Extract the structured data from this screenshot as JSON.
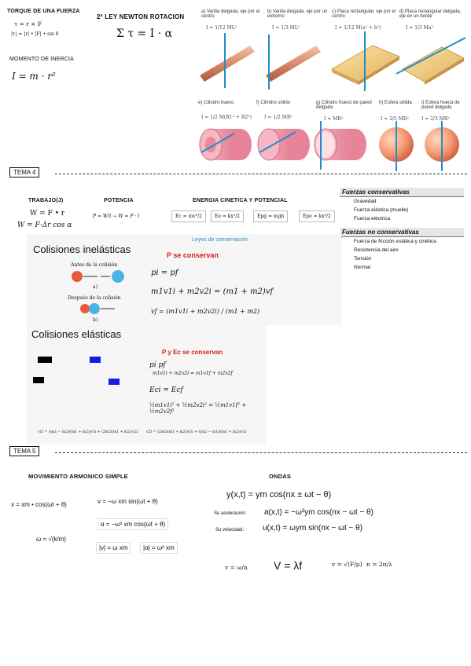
{
  "top": {
    "torque_title": "TORQUE DE UNA FUERZA",
    "torque_eq1": "τ = r × F",
    "torque_eq2": "|τ| = |r| • |F| • sin θ",
    "inertia_title": "MOMENTO DE INERCIA",
    "inertia_eq": "I = m · r²",
    "newton_title": "2ª LEY NEWTON ROTACION",
    "newton_eq": "Σ τ = I · α"
  },
  "inertia_figs": [
    {
      "label": "a) Varilla delgada, eje por el centro",
      "formula": "I = 1/12 ML²"
    },
    {
      "label": "b) Varilla delgada, eje por un extremo",
      "formula": "I = 1/3 ML²"
    },
    {
      "label": "c) Placa rectangular, eje por el centro",
      "formula": "I = 1/12 M(a² + b²)"
    },
    {
      "label": "d) Placa rectangular delgada, eje en un borde",
      "formula": "I = 1/3 Ma²"
    },
    {
      "label": "e) Cilindro hueco",
      "formula": "I = 1/2 M(R1² + R2²)"
    },
    {
      "label": "f) Cilindro sólido",
      "formula": "I = 1/2 MR²"
    },
    {
      "label": "g) Cilindro hueco de pared delgada",
      "formula": "I = MR²"
    },
    {
      "label": "h) Esfera sólida",
      "formula": "I = 2/5 MR²"
    },
    {
      "label": "i) Esfera hueca de pared delgada",
      "formula": "I = 2/3 MR²"
    }
  ],
  "tema4": {
    "label": "TEMA 4",
    "trabajo_title": "TRABAJO(J)",
    "trabajo_eq1": "W = F • r",
    "trabajo_eq2": "W = F·Δr cos α",
    "potencia_title": "POTENCIA",
    "potencia_eq": "P = W/t → W = P · t",
    "energia_title": "ENERGIA CINETICA Y POTENCIAL",
    "ec": "Ec = mv²/2",
    "ee": "Ee = kx²/2",
    "epg": "Epg = mgh",
    "epe": "Epe = kx²/2"
  },
  "fuerzas": {
    "cons_title": "Fuerzas conservativas",
    "cons_items": [
      "Gravedad",
      "Fuerza elástica (muelle)",
      "Fuerza eléctrica"
    ],
    "nocons_title": "Fuerzas no conservativas",
    "nocons_items": [
      "Fuerza de fricción estática y cinética",
      "Resistencia del aire",
      "Tensión",
      "Normal"
    ]
  },
  "colisiones": {
    "leyes": "Leyes de conservación",
    "inel_title": "Colisiones inelásticas",
    "inel_cons": "P se conservan",
    "antes": "Antes de la colisión",
    "despues": "Después de la colisión",
    "fig_a": "a)",
    "fig_b": "b)",
    "inel_eq1": "pi = pf",
    "inel_eq2": "m1v1i + m2v2i = (m1 + m2)vf",
    "inel_eq3": "vf = (m1v1i + m2v2i) / (m1 + m2)",
    "el_title": "Colisiones elásticas",
    "el_cons": "P y Ec se conservan",
    "el_eq1": "pi   pf",
    "el_eq2": "m1v1i + m2v2i = m1v1f + m2v2f",
    "el_eq3": "Eci = Ecf",
    "el_eq4": "½m1v1i² + ½m2v2i² = ½m1v1f² + ½m2v2f²",
    "el_v1": "v1f = ((m1 − m2)/(m1 + m2))v1i + (2m2/(m1 + m2))v2i",
    "el_v2": "v2f = (2m1/(m1 + m2))v1i + ((m2 − m1)/(m1 + m2))v2i"
  },
  "tema5": {
    "label": "TEMA 5",
    "mas_title": "MOVIMIENTO ARMONICO SIMPLE",
    "mas_x": "x = xm • cos(ωt + θ)",
    "mas_v": "v = −ω xm sin(ωt + θ)",
    "mas_a": "α = −ω² xm cos(ωt + θ)",
    "mas_omega": "ω = √(k/m)",
    "mas_vmax": "|v| = ω xm",
    "mas_amax": "|α| = ω² xm",
    "ondas_title": "ONDAS",
    "onda_y": "y(x,t) = ym cos(nx ± ωt − θ)",
    "acc_label": "Su aceleración:",
    "acc_eq": "a(x,t) = −ω²ym cos(nx − ωt − θ)",
    "vel_label": "Su velocidad:",
    "vel_eq": "u(x,t) = ωym sin(nx − ωt − θ)",
    "v1": "v = ω/n",
    "v2": "V = λf",
    "v3": "v = √(F/μ)",
    "n_eq": "n = 2π/λ"
  }
}
